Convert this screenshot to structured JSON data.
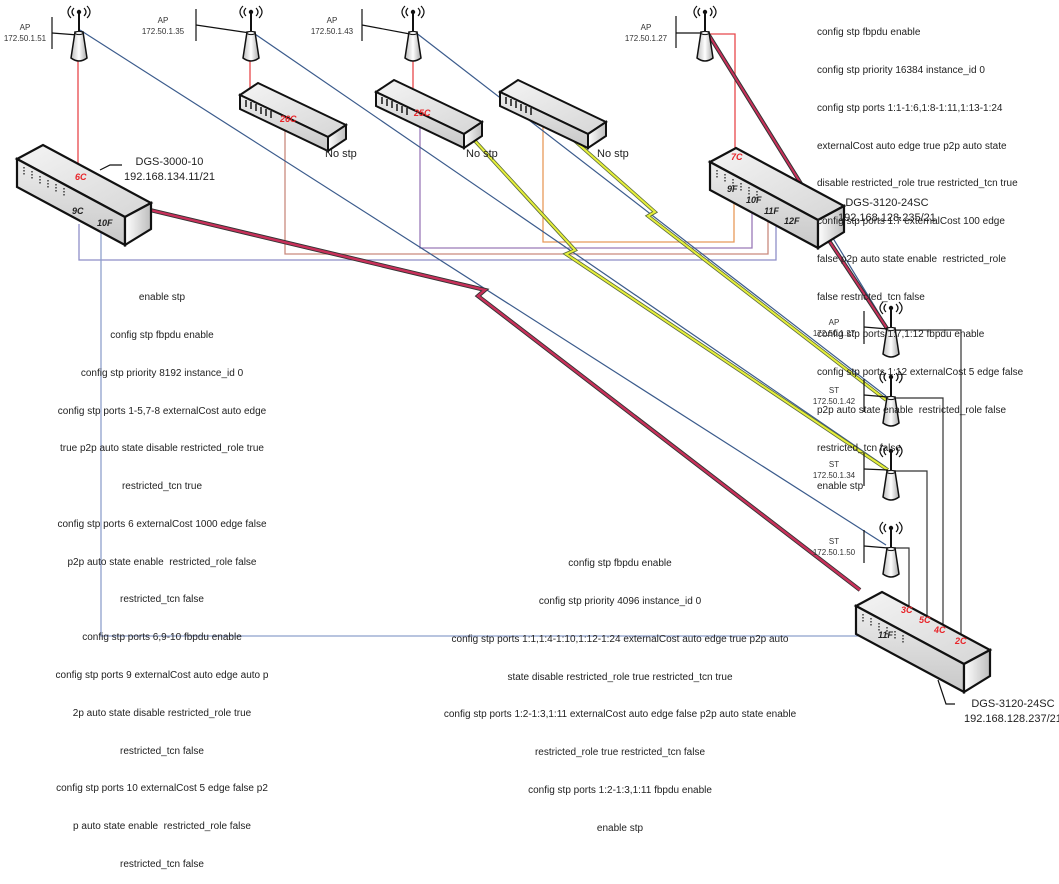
{
  "colors": {
    "red_link": "#e8474c",
    "blue_link": "#3b5b8c",
    "purple_link": "#9a7ab8",
    "orange_link": "#e89a5a",
    "rose_link": "#c98a7e",
    "lavender_link": "#8e8ec8",
    "yellow_wireless": "#e6ef3a",
    "magenta_wireless": "#c8305a",
    "port_label_red": "#e8252a"
  },
  "access_points": [
    {
      "role": "AP",
      "ip": "172.50.1.51"
    },
    {
      "role": "AP",
      "ip": "172.50.1.35"
    },
    {
      "role": "AP",
      "ip": "172.50.1.43"
    },
    {
      "role": "AP",
      "ip": "172.50.1.27"
    }
  ],
  "right_stations": [
    {
      "role": "AP",
      "ip": "172.50.1.27"
    },
    {
      "role": "ST",
      "ip": "172.50.1.42"
    },
    {
      "role": "ST",
      "ip": "172.50.1.34"
    },
    {
      "role": "ST",
      "ip": "172.50.1.50"
    }
  ],
  "unmanaged_switches": [
    {
      "port": "26C",
      "note": "No stp"
    },
    {
      "port": "25C",
      "note": "No stp"
    },
    {
      "port": "",
      "note": "No stp"
    }
  ],
  "switches": {
    "dgs3000": {
      "model": "DGS-3000-10",
      "ip": "192.168.134.11/21",
      "ports": {
        "red": [
          "6C"
        ],
        "black": [
          "9C",
          "10F"
        ]
      },
      "config": [
        "enable stp",
        "config stp fbpdu enable",
        "config stp priority 8192 instance_id 0",
        "config stp ports 1-5,7-8 externalCost auto edge",
        "true p2p auto state disable restricted_role true",
        "restricted_tcn true",
        "config stp ports 6 externalCost 1000 edge false",
        "p2p auto state enable  restricted_role false",
        "restricted_tcn false",
        "config stp ports 6,9-10 fbpdu enable",
        "config stp ports 9 externalCost auto edge auto p",
        "2p auto state disable restricted_role true",
        "restricted_tcn false",
        "config stp ports 10 externalCost 5 edge false p2",
        "p auto state enable  restricted_role false",
        "restricted_tcn false"
      ]
    },
    "dgs3120_235": {
      "model": "DGS-3120-24SC",
      "ip": "192.168.128.235/21",
      "ports": {
        "red": [
          "7C"
        ],
        "black": [
          "9F",
          "10F",
          "11F",
          "12F"
        ]
      },
      "config": [
        "config stp fbpdu enable",
        "config stp priority 16384 instance_id 0",
        "config stp ports 1:1-1:6,1:8-1:11,1:13-1:24",
        "externalCost auto edge true p2p auto state",
        "disable restricted_role true restricted_tcn true",
        "config stp ports 1:7 externalCost 100 edge",
        "false p2p auto state enable  restricted_role",
        "false restricted_tcn false",
        "config stp ports 1:7,1:12 fbpdu enable",
        "config stp ports 1:12 externalCost 5 edge false",
        "p2p auto state enable  restricted_role false",
        "restricted_tcn false",
        "enable stp"
      ]
    },
    "dgs3120_237": {
      "model": "DGS-3120-24SC",
      "ip": "192.168.128.237/21",
      "ports": {
        "red": [
          "3C",
          "5C",
          "4C",
          "2C"
        ],
        "black": [
          "11F"
        ]
      },
      "config": [
        "config stp fbpdu enable",
        "config stp priority 4096 instance_id 0",
        "config stp ports 1:1,1:4-1:10,1:12-1:24 externalCost auto edge true p2p auto",
        "state disable restricted_role true restricted_tcn true",
        "config stp ports 1:2-1:3,1:11 externalCost auto edge false p2p auto state enable",
        "restricted_role true restricted_tcn false",
        "config stp ports 1:2-1:3,1:11 fbpdu enable",
        "enable stp"
      ]
    }
  }
}
